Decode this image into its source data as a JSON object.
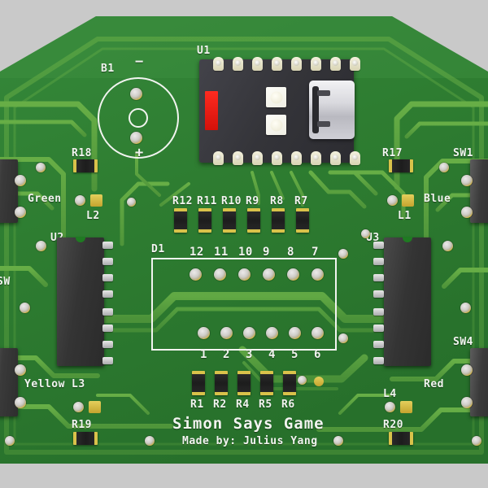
{
  "board": {
    "title": "Simon Says Game",
    "subtitle": "Made by: Julius Yang",
    "substrate_color": "#2e7d31",
    "trace_color": "#57a03c",
    "silk_color": "#f2f4f0",
    "background_color": "#c9c9c9",
    "pad_color": "#d9b83e",
    "chip_color": "#343434"
  },
  "refs": {
    "battery": "B1",
    "battery_minus": "−",
    "battery_plus": "+",
    "mcu": "U1",
    "driver_left": "U2",
    "driver_right": "U3",
    "display": "D1",
    "r18": "R18",
    "r17": "R17",
    "r19": "R19",
    "r20": "R20",
    "l1": "L1",
    "l2": "L2",
    "l3": "L3",
    "l4": "L4",
    "sw1": "SW1",
    "sw4": "SW4",
    "sw2_partial": "SW"
  },
  "resistors_top": [
    "R12",
    "R11",
    "R10",
    "R9",
    "R8",
    "R7"
  ],
  "resistors_bottom": [
    "R1",
    "R2",
    "R4",
    "R5",
    "R6"
  ],
  "pins_top": [
    "12",
    "11",
    "10",
    "9",
    "8",
    "7"
  ],
  "pins_bottom": [
    "1",
    "2",
    "3",
    "4",
    "5",
    "6"
  ],
  "net_labels": {
    "green": "Green",
    "blue": "Blue",
    "yellow": "Yellow",
    "red": "Red"
  }
}
